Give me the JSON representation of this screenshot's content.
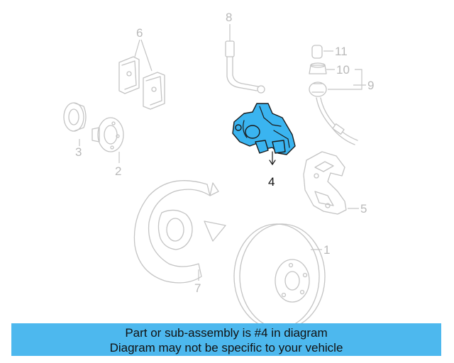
{
  "diagram": {
    "highlight_color": "#3ab4f0",
    "highlighted_part": "4",
    "callouts": {
      "c1": "1",
      "c2": "2",
      "c3": "3",
      "c4": "4",
      "c5": "5",
      "c6": "6",
      "c7": "7",
      "c8": "8",
      "c9": "9",
      "c10": "10",
      "c11": "11"
    }
  },
  "banner": {
    "color": "#4db8ee",
    "line1": "Part or sub-assembly is #4 in diagram",
    "line2": "Diagram may not be specific to your vehicle"
  }
}
